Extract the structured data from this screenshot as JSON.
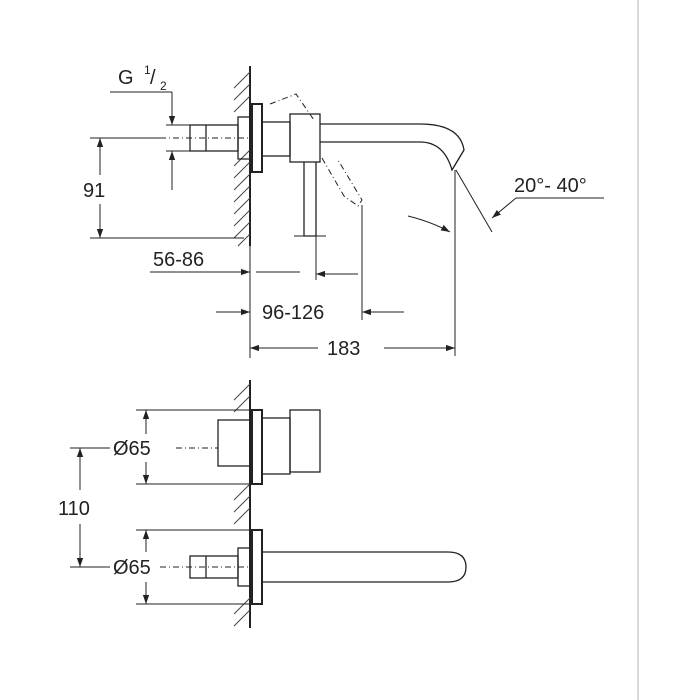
{
  "diagram": {
    "thread": {
      "prefix": "G",
      "num": "1",
      "den": "2"
    },
    "dims": {
      "height_91": "91",
      "depth_56_86": "56-86",
      "lever_96_126": "96-126",
      "spout_183": "183",
      "angle": "20°- 40°",
      "dia_top": "Ø65",
      "spacing_110": "110",
      "dia_bottom": "Ø65"
    },
    "colors": {
      "line": "#222222",
      "divider": "#cccccc"
    }
  }
}
